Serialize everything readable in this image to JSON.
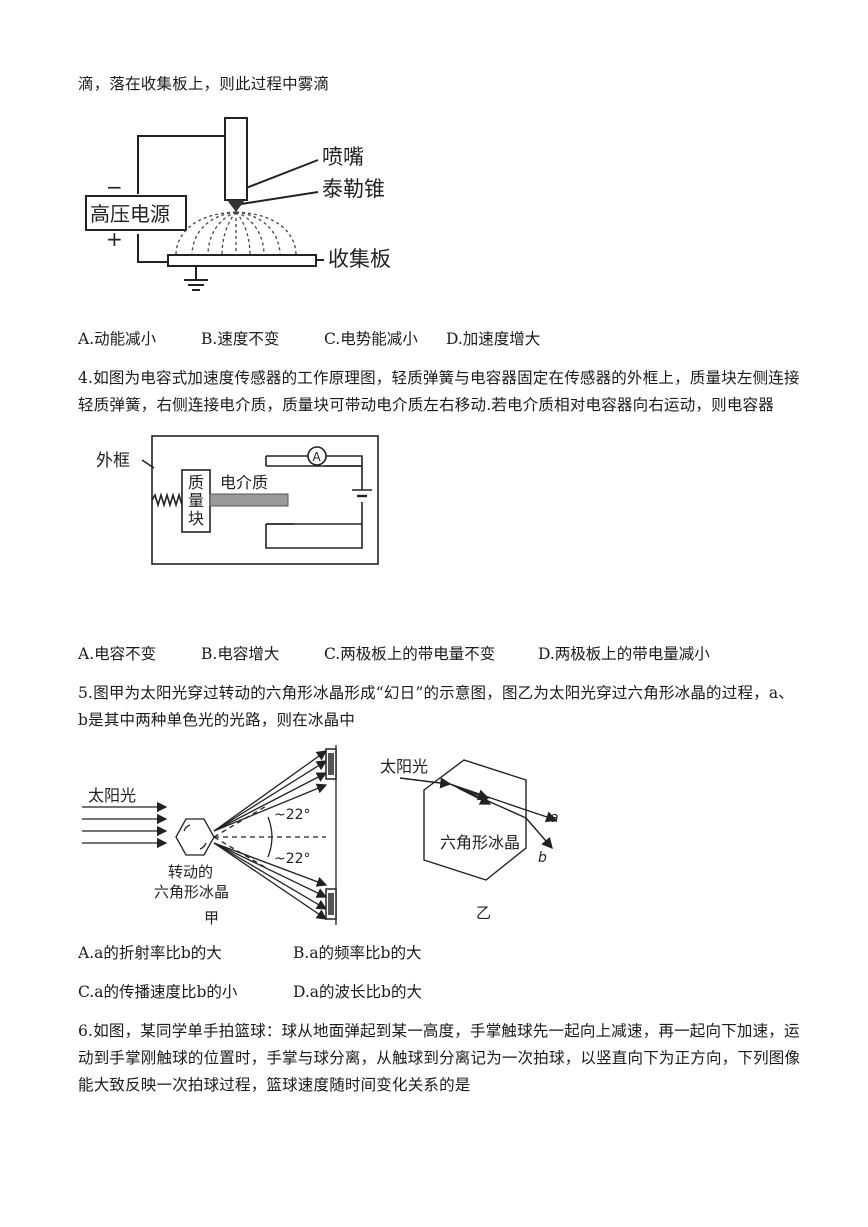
{
  "q3": {
    "stem_tail": "滴，落在收集板上，则此过程中雾滴",
    "figure": {
      "nozzle": "喷嘴",
      "cone": "泰勒锥",
      "power": "高压电源",
      "minus": "−",
      "plus": "+",
      "plate": "收集板"
    },
    "options": [
      "A.动能减小",
      "B.速度不变",
      "C.电势能减小",
      "D.加速度增大"
    ]
  },
  "q4": {
    "stem": [
      "4.如图为电容式加速度传感器的工作原理图，轻质弹簧与电容器固定在传感器的外框上，质量块左侧连接",
      "轻质弹簧，右侧连接电介质，质量块可带动电介质左右移动.若电介质相对电容器向右运动，则电容器"
    ],
    "figure": {
      "frame": "外框",
      "mass": [
        "质",
        "量",
        "块"
      ],
      "dielectric": "电介质",
      "ammeter": "A"
    },
    "options": [
      "A.电容不变",
      "B.电容增大",
      "C.两极板上的带电量不变",
      "D.两极板上的带电量减小"
    ]
  },
  "q5": {
    "stem": [
      "5.图甲为太阳光穿过转动的六角形冰晶形成“幻日”的示意图，图乙为太阳光穿过六角形冰晶的过程，a、",
      "b是其中两种单色光的光路，则在冰晶中"
    ],
    "figure_a": {
      "sunlight": "太阳光",
      "angle_up": "~22°",
      "angle_down": "~22°",
      "crystal": [
        "转动的",
        "六角形冰晶"
      ],
      "caption": "甲"
    },
    "figure_b": {
      "sunlight": "太阳光",
      "crystal": "六角形冰晶",
      "ray_a": "a",
      "ray_b": "b",
      "caption": "乙"
    },
    "options": [
      "A.a的折射率比b的大",
      "B.a的频率比b的大",
      "C.a的传播速度比b的小",
      "D.a的波长比b的大"
    ]
  },
  "q6": {
    "stem": [
      "6.如图，某同学单手拍篮球：球从地面弹起到某一高度，手掌触球先一起向上减速，再一起向下加速，运",
      "动到手掌刚触球的位置时，手掌与球分离，从触球到分离记为一次拍球，以竖直向下为正方向，下列图像",
      "能大致反映一次拍球过程，篮球速度随时间变化关系的是"
    ]
  }
}
